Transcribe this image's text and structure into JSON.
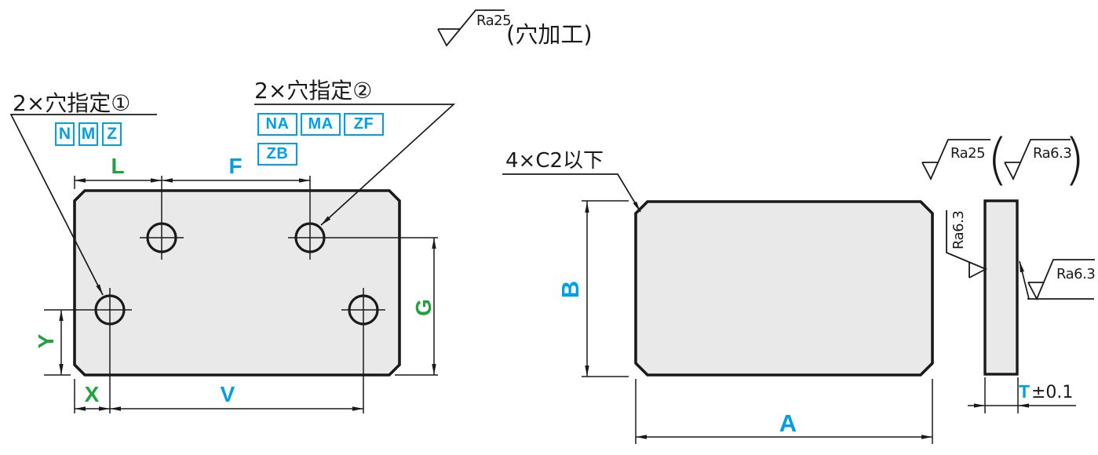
{
  "colors": {
    "accent_cyan": "#00A0E9",
    "accent_green": "#1FA33C",
    "line_color": "#1A1A1A",
    "plate_fill": "#E9E9E9"
  },
  "top_surface_note": {
    "roughness": "Ra25",
    "note": "(穴加工)"
  },
  "hole_callout_1": {
    "title": "2×穴指定①",
    "options": [
      "N",
      "M",
      "Z"
    ]
  },
  "hole_callout_2": {
    "title": "2×穴指定②",
    "options_row1": [
      "NA",
      "MA",
      "ZF"
    ],
    "options_row2": [
      "ZB"
    ]
  },
  "chamfer_note": "4×C2以下",
  "corner_surface_note": {
    "primary": "Ra25",
    "open_paren": "(",
    "secondary": "Ra6.3",
    "close_paren": ")"
  },
  "side_view": {
    "roughness_left": "Ra6.3",
    "roughness_right": "Ra6.3",
    "thickness": {
      "symbol": "T",
      "tolerance": "±0.1"
    }
  },
  "dimension_labels": {
    "L": "L",
    "F": "F",
    "G": "G",
    "V": "V",
    "X": "X",
    "Y": "Y",
    "A": "A",
    "B": "B"
  }
}
